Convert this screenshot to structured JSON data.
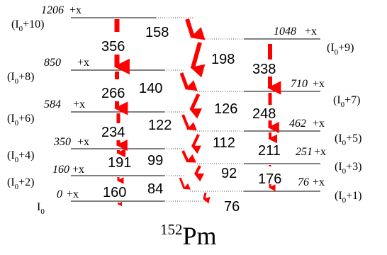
{
  "nucleus": {
    "mass": "152",
    "symbol": "Pm"
  },
  "unknown_offset": "+x",
  "colors": {
    "transition": "#ff0000",
    "level": "#000000"
  },
  "band_left": {
    "levels": [
      {
        "energy": "1206",
        "spin": "(I",
        "sub": "0",
        "spin_rest": "+10)"
      },
      {
        "energy": "850",
        "spin": "(I",
        "sub": "0",
        "spin_rest": "+8)"
      },
      {
        "energy": "584",
        "spin": "(I",
        "sub": "0",
        "spin_rest": "+6)"
      },
      {
        "energy": "350",
        "spin": "(I",
        "sub": "0",
        "spin_rest": "+4)"
      },
      {
        "energy": "160",
        "spin": "(I",
        "sub": "0",
        "spin_rest": "+2)"
      },
      {
        "energy": "0",
        "spin": "I",
        "sub": "0",
        "spin_rest": ""
      }
    ],
    "inband_gammas": [
      "356",
      "266",
      "234",
      "191",
      "160"
    ]
  },
  "band_right": {
    "levels": [
      {
        "energy": "1048",
        "spin": "(I",
        "sub": "0",
        "spin_rest": "+9)"
      },
      {
        "energy": "710",
        "spin": "(I",
        "sub": "0",
        "spin_rest": "+7)"
      },
      {
        "energy": "462",
        "spin": "(I",
        "sub": "0",
        "spin_rest": "+5)"
      },
      {
        "energy": "251",
        "spin": "(I",
        "sub": "0",
        "spin_rest": "+3)"
      },
      {
        "energy": "76",
        "spin": "(I",
        "sub": "0",
        "spin_rest": "+1)"
      }
    ],
    "inband_gammas": [
      "338",
      "248",
      "211",
      "176"
    ]
  },
  "crossing_gammas": {
    "left_to_right": [
      "158",
      "140",
      "122",
      "99",
      "84"
    ],
    "right_to_left": [
      "198",
      "126",
      "112",
      "92",
      "76"
    ]
  }
}
